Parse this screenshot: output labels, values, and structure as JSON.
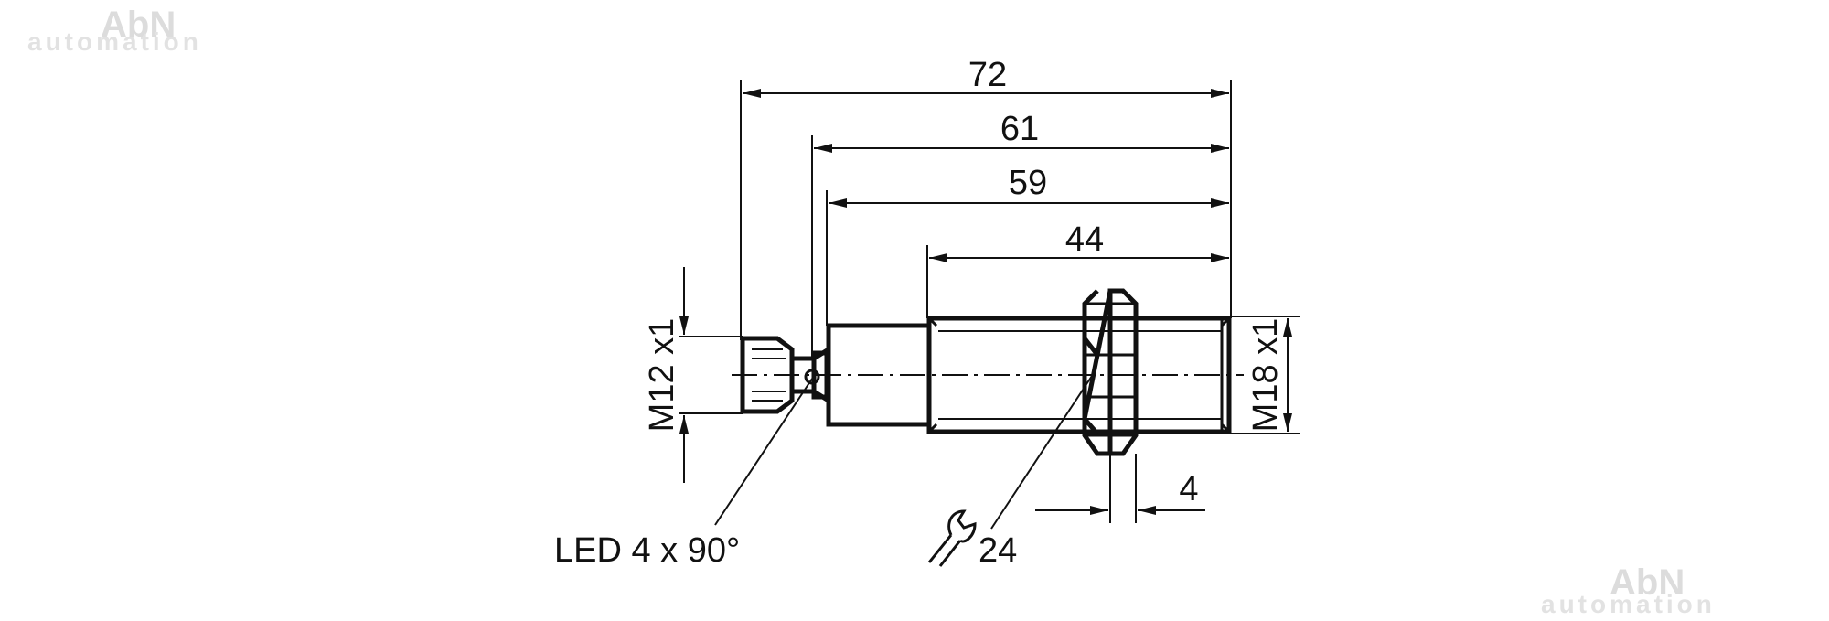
{
  "watermark": {
    "brand": "AbN",
    "subtitle": "automation"
  },
  "dimensions": {
    "overall_length": "72",
    "to_connector_collar": "61",
    "to_body_start": "59",
    "thread_length": "44",
    "nut_thickness": "4",
    "connector_thread": "M12 x1",
    "body_thread": "M18 x1",
    "wrench_size": "24"
  },
  "annotations": {
    "led": "LED 4 x 90°"
  },
  "icons": {
    "wrench": "wrench-icon"
  }
}
